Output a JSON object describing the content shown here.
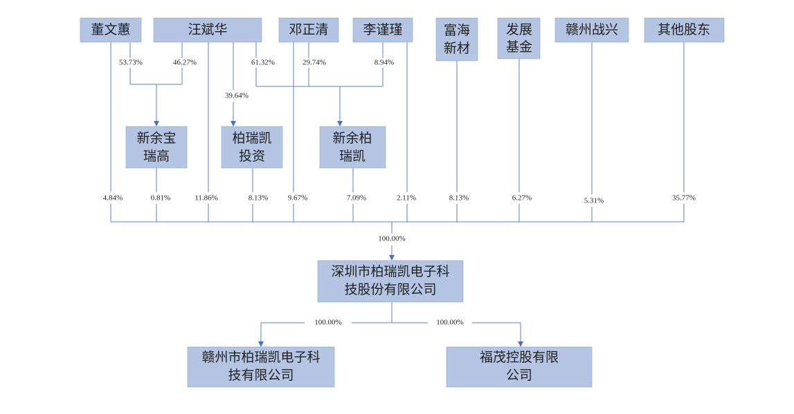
{
  "colors": {
    "box_fill": "#b4c5e4",
    "line": "#5b7fc7",
    "arrow": "#4472c4"
  },
  "nodes": {
    "dong_wenhui": [
      "董文蕙"
    ],
    "wang_binhua": [
      "汪斌华"
    ],
    "deng_zhengqing": [
      "邓正清"
    ],
    "li_jinjin": [
      "李谨瑾"
    ],
    "fuhai_xincai": [
      "富海",
      "新材"
    ],
    "fazhan_jijin": [
      "发展",
      "基金"
    ],
    "ganzhou_zhanxing": [
      "赣州战兴"
    ],
    "qita_gudong": [
      "其他股东"
    ],
    "xinyu_baoruigao": [
      "新余宝",
      "瑞高"
    ],
    "boruikai_touzi": [
      "柏瑞凯",
      "投资"
    ],
    "xinyu_boruikai": [
      "新余柏",
      "瑞凯"
    ],
    "shenzhen_boruikai": [
      "深圳市柏瑞凯电子科",
      "技股份有限公司"
    ],
    "ganzhou_boruikai": [
      "赣州市柏瑞凯电子科",
      "技有限公司"
    ],
    "fumao_konggu": [
      "福茂控股有限",
      "公司"
    ]
  },
  "percentages": {
    "p_dong_baoruigao": "53.73%",
    "p_wang_baoruigao": "46.27%",
    "p_wang_touzi": "39.64%",
    "p_wang_xinyu_boruikai": "61.32%",
    "p_deng_xinyu_boruikai": "29.74%",
    "p_li_xinyu_boruikai": "8.94%",
    "p_dong_sz": "4.84%",
    "p_baoruigao_sz": "0.81%",
    "p_wang_sz": "11.86%",
    "p_touzi_sz": "8.13%",
    "p_deng_sz": "9.67%",
    "p_xinyu_boruikai_sz": "7.09%",
    "p_li_sz": "2.11%",
    "p_fuhai_sz": "8.13%",
    "p_fazhan_sz": "6.27%",
    "p_zhanxing_sz": "5.31%",
    "p_qita_sz": "35.77%",
    "p_total_sz": "100.00%",
    "p_sz_ganzhou": "100.00%",
    "p_sz_fumao": "100.00%"
  }
}
